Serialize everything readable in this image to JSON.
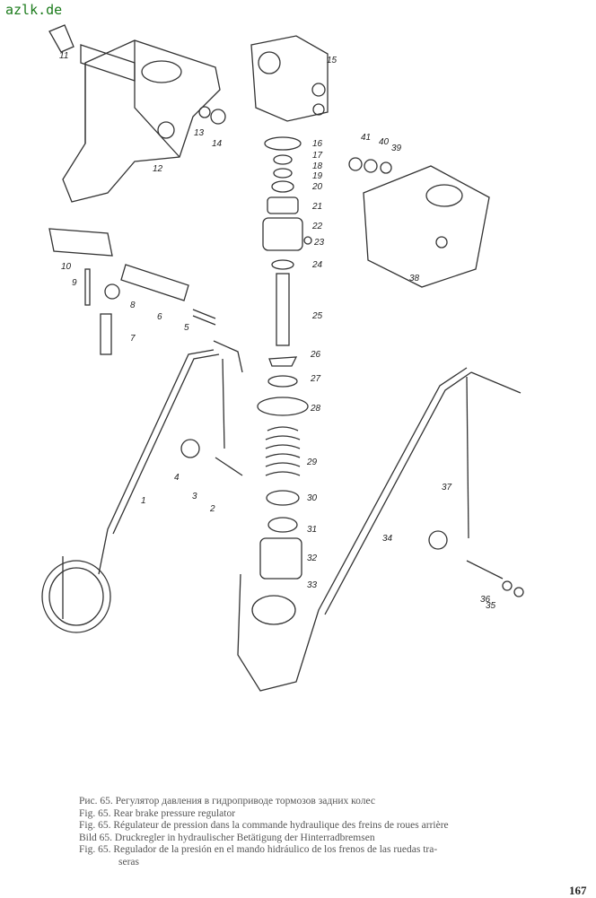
{
  "watermark": "azlk.de",
  "labels": [
    "1",
    "2",
    "3",
    "4",
    "5",
    "6",
    "7",
    "8",
    "9",
    "10",
    "11",
    "12",
    "13",
    "14",
    "15",
    "16",
    "17",
    "18",
    "19",
    "20",
    "21",
    "22",
    "23",
    "24",
    "25",
    "26",
    "27",
    "28",
    "29",
    "30",
    "31",
    "32",
    "33",
    "34",
    "35",
    "36",
    "37",
    "38",
    "39",
    "40",
    "41"
  ],
  "caption": {
    "ru": "Рис. 65. Регулятор давления в гидроприводе тормозов задних колес",
    "en": "Fig. 65. Rear brake pressure regulator",
    "fr": "Fig. 65. Régulateur de pression dans la commande hydraulique des freins de roues arrière",
    "de": "Bild 65. Druckregler in hydraulischer Betätigung der Hinterradbremsen",
    "es": "Fig. 65. Regulador de la presión en el mando hidráulico de los frenos de las ruedas tra-",
    "es_cont": "seras"
  },
  "page_number": "167"
}
